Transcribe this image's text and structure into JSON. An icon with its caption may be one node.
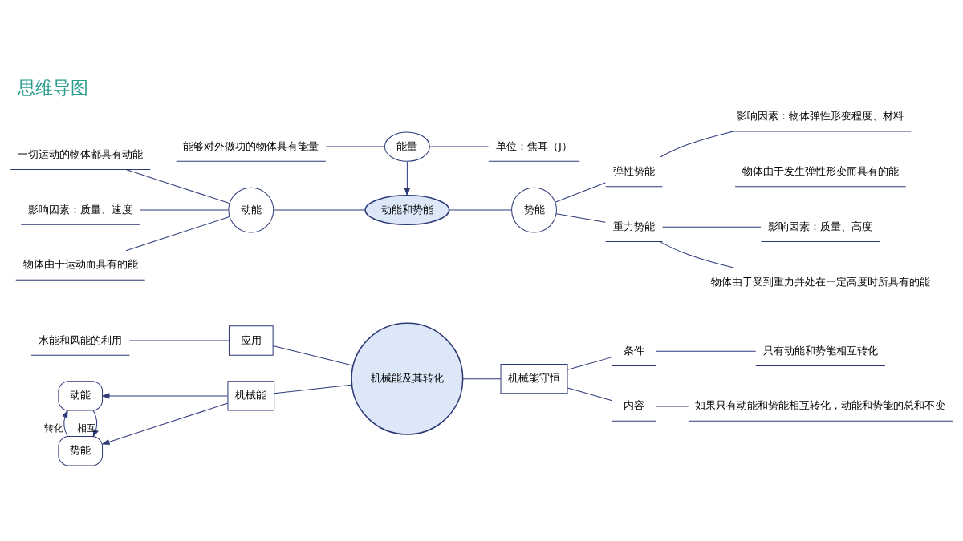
{
  "diagram": {
    "title": "思维导图",
    "nodes": [
      {
        "text": [
          "能量"
        ]
      },
      {
        "text": [
          "能够对外做功的物体具有能量"
        ]
      },
      {
        "text": [
          "单位：焦耳（J）"
        ]
      },
      {
        "text": [
          "动能和势能"
        ]
      },
      {
        "text": [
          "动能"
        ]
      },
      {
        "text": [
          "物体由于运动而具有的能"
        ]
      },
      {
        "text": [
          "影响因素：质量、速度"
        ]
      },
      {
        "text": [
          "一切运动的物体都具有动能"
        ]
      },
      {
        "text": [
          "势能"
        ]
      },
      {
        "text": [
          "重力势能"
        ]
      },
      {
        "text": [
          "物体由于受到重力并处在一定高度时所具有的能"
        ]
      },
      {
        "text": [
          "影响因素：质量、高度"
        ]
      },
      {
        "text": [
          "弹性势能"
        ]
      },
      {
        "text": [
          "物体由于发生弹性形变而具有的能"
        ]
      },
      {
        "text": [
          "影响因素：物体弹性形变程度、材料"
        ]
      },
      {
        "text": [
          "机械能及其转化"
        ]
      },
      {
        "text": [
          "机械能"
        ]
      },
      {
        "text": [
          "动能"
        ]
      },
      {
        "text": [
          "势能"
        ]
      },
      {
        "text": [
          "机械能守恒"
        ]
      },
      {
        "text": [
          "内容"
        ]
      },
      {
        "text": [
          "如果只有动能和势能相互转化，动能和势能的总和不变"
        ]
      },
      {
        "text": [
          "条件"
        ]
      },
      {
        "text": [
          "只有动能和势能相互转化"
        ]
      },
      {
        "text": [
          "应用"
        ]
      },
      {
        "text": [
          "水能和风能的利用"
        ]
      }
    ],
    "edges": [
      {
        "from": 0,
        "to": 1,
        "arrow": "none"
      },
      {
        "from": 0,
        "to": 2,
        "arrow": "none"
      },
      {
        "from": 0,
        "to": 3,
        "arrow": "to"
      },
      {
        "from": 3,
        "to": 4,
        "arrow": "none"
      },
      {
        "from": 4,
        "to": 5,
        "arrow": "none"
      },
      {
        "from": 4,
        "to": 6,
        "arrow": "none"
      },
      {
        "from": 4,
        "to": 7,
        "arrow": "none"
      },
      {
        "from": 3,
        "to": 8,
        "arrow": "none"
      },
      {
        "from": 8,
        "to": 9,
        "arrow": "none"
      },
      {
        "from": 9,
        "to": 10,
        "arrow": "none"
      },
      {
        "from": 9,
        "to": 11,
        "arrow": "none"
      },
      {
        "from": 8,
        "to": 12,
        "arrow": "none"
      },
      {
        "from": 12,
        "to": 13,
        "arrow": "none"
      },
      {
        "from": 12,
        "to": 14,
        "arrow": "none"
      },
      {
        "from": 15,
        "to": 16,
        "arrow": "none"
      },
      {
        "from": 16,
        "to": 17,
        "arrow": "to"
      },
      {
        "from": 16,
        "to": 18,
        "arrow": "to"
      },
      {
        "from": 17,
        "to": 18,
        "arrow": "to",
        "label": "相互"
      },
      {
        "from": 18,
        "to": 17,
        "arrow": "to",
        "label": "转化"
      },
      {
        "from": 15,
        "to": 19,
        "arrow": "none"
      },
      {
        "from": 19,
        "to": 20,
        "arrow": "none"
      },
      {
        "from": 20,
        "to": 21,
        "arrow": "none"
      },
      {
        "from": 19,
        "to": 22,
        "arrow": "none"
      },
      {
        "from": 22,
        "to": 23,
        "arrow": "none"
      },
      {
        "from": 15,
        "to": 24,
        "arrow": "none"
      },
      {
        "from": 24,
        "to": 25,
        "arrow": "none"
      }
    ]
  }
}
